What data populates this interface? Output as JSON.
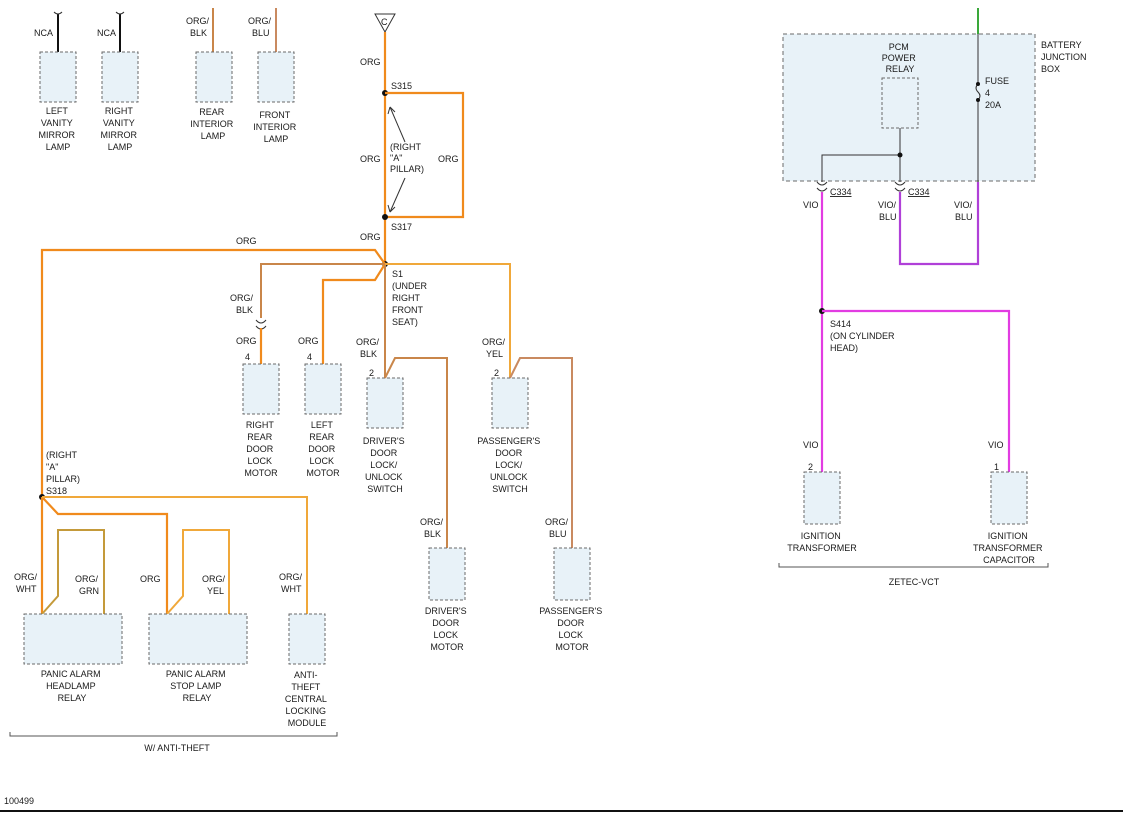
{
  "labels": {
    "nca1": "NCA",
    "nca2": "NCA",
    "org_blk_top_1": "ORG/",
    "org_blk_top_2": "BLK",
    "org_blu_top_1": "ORG/",
    "org_blu_top_2": "BLU",
    "c_conn": "C",
    "org_a": "ORG",
    "s315": "S315",
    "org_left": "ORG",
    "org_right": "ORG",
    "right_a_pillar_1": "(RIGHT",
    "right_a_pillar_2": "\"A\"",
    "right_a_pillar_3": "PILLAR)",
    "org_b": "ORG",
    "s317": "S317",
    "org_main": "ORG",
    "s1_1": "S1",
    "s1_2": "(UNDER",
    "s1_3": "RIGHT",
    "s1_4": "FRONT",
    "s1_5": "SEAT)",
    "orgblk_rr_1": "ORG/",
    "orgblk_rr_2": "BLK",
    "org_rr": "ORG",
    "pin_rr": "4",
    "org_lr": "ORG",
    "pin_lr": "4",
    "orgblk_ds_1": "ORG/",
    "orgblk_ds_2": "BLK",
    "pin_ds": "2",
    "orgyel_ps_1": "ORG/",
    "orgyel_ps_2": "YEL",
    "pin_ps": "2",
    "orgblk_dm_1": "ORG/",
    "orgblk_dm_2": "BLK",
    "orgblu_pm_1": "ORG/",
    "orgblu_pm_2": "BLU",
    "right_a_pillar2_1": "(RIGHT",
    "right_a_pillar2_2": "\"A\"",
    "right_a_pillar2_3": "PILLAR)",
    "s318": "S318",
    "orgwht_h_1": "ORG/",
    "orgwht_h_2": "WHT",
    "orggrn_h_1": "ORG/",
    "orggrn_h_2": "GRN",
    "org_s": "ORG",
    "orgyel_s_1": "ORG/",
    "orgyel_s_2": "YEL",
    "orgwht_a_1": "ORG/",
    "orgwht_a_2": "WHT",
    "wanti": "W/ ANTI-THEFT",
    "figno": "100499",
    "pcm_1": "PCM",
    "pcm_2": "POWER",
    "pcm_3": "RELAY",
    "bjb_1": "BATTERY",
    "bjb_2": "JUNCTION",
    "bjb_3": "BOX",
    "fuse_1": "FUSE",
    "fuse_2": "4",
    "fuse_3": "20A",
    "c334_a": "C334",
    "c334_b": "C334",
    "vio_1": "VIO",
    "vioblu_a_1": "VIO/",
    "vioblu_a_2": "BLU",
    "vioblu_b_1": "VIO/",
    "vioblu_b_2": "BLU",
    "s414_1": "S414",
    "s414_2": "(ON CYLINDER",
    "s414_3": "HEAD)",
    "vio_it": "VIO",
    "pin_it": "2",
    "vio_itc": "VIO",
    "pin_itc": "1",
    "zetec": "ZETEC-VCT"
  },
  "components": {
    "left_vanity": [
      "LEFT",
      "VANITY",
      "MIRROR",
      "LAMP"
    ],
    "right_vanity": [
      "RIGHT",
      "VANITY",
      "MIRROR",
      "LAMP"
    ],
    "rear_interior": [
      "REAR",
      "INTERIOR",
      "LAMP"
    ],
    "front_interior": [
      "FRONT",
      "INTERIOR",
      "LAMP"
    ],
    "rr_door": [
      "RIGHT",
      "REAR",
      "DOOR",
      "LOCK",
      "MOTOR"
    ],
    "lr_door": [
      "LEFT",
      "REAR",
      "DOOR",
      "LOCK",
      "MOTOR"
    ],
    "drv_switch": [
      "DRIVER'S",
      "DOOR",
      "LOCK/",
      "UNLOCK",
      "SWITCH"
    ],
    "pass_switch": [
      "PASSENGER'S",
      "DOOR",
      "LOCK/",
      "UNLOCK",
      "SWITCH"
    ],
    "drv_motor": [
      "DRIVER'S",
      "DOOR",
      "LOCK",
      "MOTOR"
    ],
    "pass_motor": [
      "PASSENGER'S",
      "DOOR",
      "LOCK",
      "MOTOR"
    ],
    "headlamp_relay": [
      "PANIC ALARM",
      "HEADLAMP",
      "RELAY"
    ],
    "stoplamp_relay": [
      "PANIC ALARM",
      "STOP LAMP",
      "RELAY"
    ],
    "anti_theft": [
      "ANTI-",
      "THEFT",
      "CENTRAL",
      "LOCKING",
      "MODULE"
    ],
    "ign_transformer": [
      "IGNITION",
      "TRANSFORMER"
    ],
    "ign_capacitor": [
      "IGNITION",
      "TRANSFORMER",
      "CAPACITOR"
    ]
  }
}
